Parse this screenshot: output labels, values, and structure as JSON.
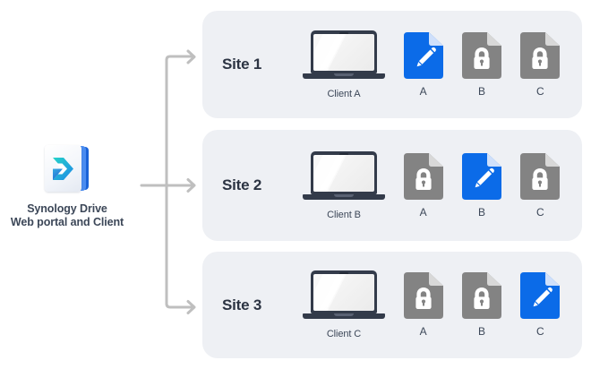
{
  "source": {
    "logo_icon": "synology-drive-logo",
    "caption_line1": "Synology Drive",
    "caption_line2": "Web portal and Client"
  },
  "connectors": {
    "arrow_icon": "arrow-right",
    "count": 3,
    "color": "#bfbfbf"
  },
  "colors": {
    "panel_background": "#eef0f4",
    "file_locked": "#838383",
    "file_locked_fold": "#d8d8d8",
    "file_editable": "#0b6be8",
    "file_editable_fold": "#cfe0fb",
    "text_dark": "#2c3443",
    "text_caption": "#3c4758",
    "laptop_frame": "#333b4a",
    "page_background": "#ffffff"
  },
  "sites": [
    {
      "label": "Site 1",
      "client": {
        "caption": "Client A",
        "icon": "laptop-icon"
      },
      "files": [
        {
          "label": "A",
          "state": "editable",
          "icon": "pencil-icon"
        },
        {
          "label": "B",
          "state": "locked",
          "icon": "lock-icon"
        },
        {
          "label": "C",
          "state": "locked",
          "icon": "lock-icon"
        }
      ]
    },
    {
      "label": "Site 2",
      "client": {
        "caption": "Client B",
        "icon": "laptop-icon"
      },
      "files": [
        {
          "label": "A",
          "state": "locked",
          "icon": "lock-icon"
        },
        {
          "label": "B",
          "state": "editable",
          "icon": "pencil-icon"
        },
        {
          "label": "C",
          "state": "locked",
          "icon": "lock-icon"
        }
      ]
    },
    {
      "label": "Site 3",
      "client": {
        "caption": "Client C",
        "icon": "laptop-icon"
      },
      "files": [
        {
          "label": "A",
          "state": "locked",
          "icon": "lock-icon"
        },
        {
          "label": "B",
          "state": "locked",
          "icon": "lock-icon"
        },
        {
          "label": "C",
          "state": "editable",
          "icon": "pencil-icon"
        }
      ]
    }
  ]
}
